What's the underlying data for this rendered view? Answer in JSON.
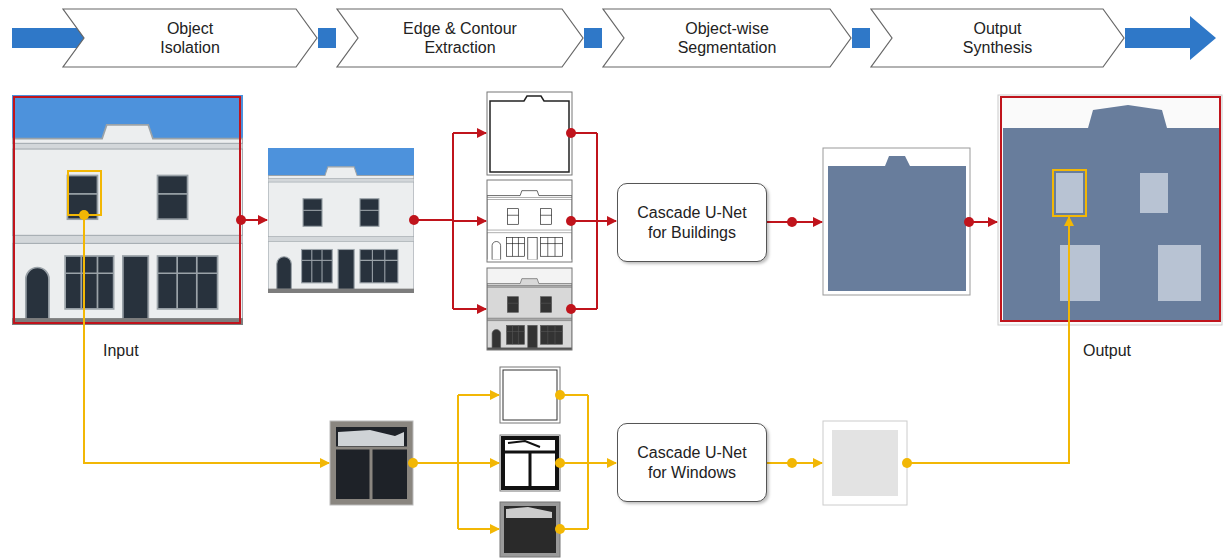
{
  "diagram": {
    "nodes": [
      {
        "text": [
          "Object Isolation"
        ]
      },
      {
        "text": [
          "Edge & Contour Extraction"
        ]
      },
      {
        "text": [
          "Object-wise Segmentation"
        ]
      },
      {
        "text": [
          "Output Synthesis"
        ]
      },
      {
        "text": [
          "Cascade U-Net for Buildings"
        ]
      },
      {
        "text": [
          "Cascade U-Net for Windows"
        ]
      }
    ],
    "edges": [
      {
        "from": 0,
        "to": 1,
        "arrow": "none"
      },
      {
        "from": 1,
        "to": 2,
        "arrow": "none"
      },
      {
        "from": 2,
        "to": 3,
        "arrow": "none"
      }
    ],
    "labels": [
      "Input",
      "Output"
    ]
  }
}
